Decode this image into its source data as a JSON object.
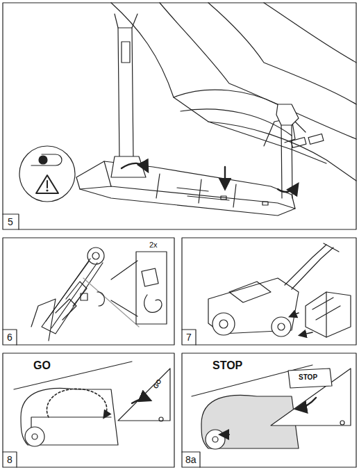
{
  "diagram": {
    "labels": [
      "5",
      "2x",
      "6",
      "7",
      "GO",
      "GO",
      "8",
      "STOP",
      "STOP",
      "8a"
    ]
  }
}
